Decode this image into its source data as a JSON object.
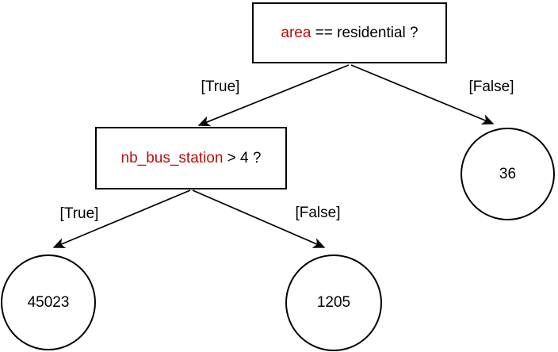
{
  "colors": {
    "background": "#ffffff",
    "node_border": "#000000",
    "edge_line": "#000000",
    "attribute_text": "#c00c0c",
    "text": "#000000"
  },
  "tree": {
    "root": {
      "attribute": "area",
      "condition": " == residential ?"
    },
    "left_child": {
      "attribute": "nb_bus_station",
      "condition": " > 4 ?"
    },
    "leaves": {
      "root_false_leaf": "36",
      "bus_true_leaf": "45023",
      "bus_false_leaf": "1205"
    },
    "edge_labels": {
      "root_true": "[True]",
      "root_false": "[False]",
      "bus_true": "[True]",
      "bus_false": "[False]"
    }
  }
}
